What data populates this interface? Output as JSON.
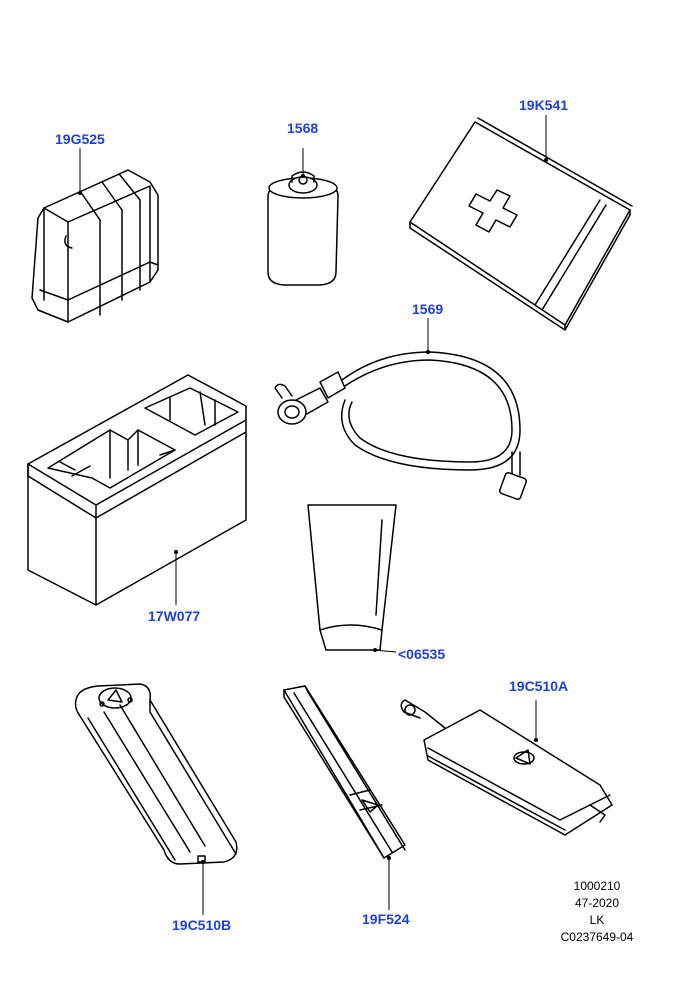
{
  "parts": [
    {
      "id": "first-aid-kit-case",
      "code": "19G525"
    },
    {
      "id": "bottle",
      "code": "1568"
    },
    {
      "id": "first-aid-kit-flat",
      "code": "19K541"
    },
    {
      "id": "inflator-hose",
      "code": "1569"
    },
    {
      "id": "foam-tray",
      "code": "17W077"
    },
    {
      "id": "sealant-tube",
      "code": "<06535"
    },
    {
      "id": "warning-triangle-case",
      "code": "19C510B"
    },
    {
      "id": "tool-bar",
      "code": "19F524"
    },
    {
      "id": "warning-triangle-bag",
      "code": "19C510A"
    }
  ],
  "info": {
    "line1": "1000210",
    "line2": "47-2020",
    "line3": "LK",
    "line4": "C0237649-04"
  },
  "colors": {
    "label": "#1f3fd6",
    "line": "#000000"
  }
}
